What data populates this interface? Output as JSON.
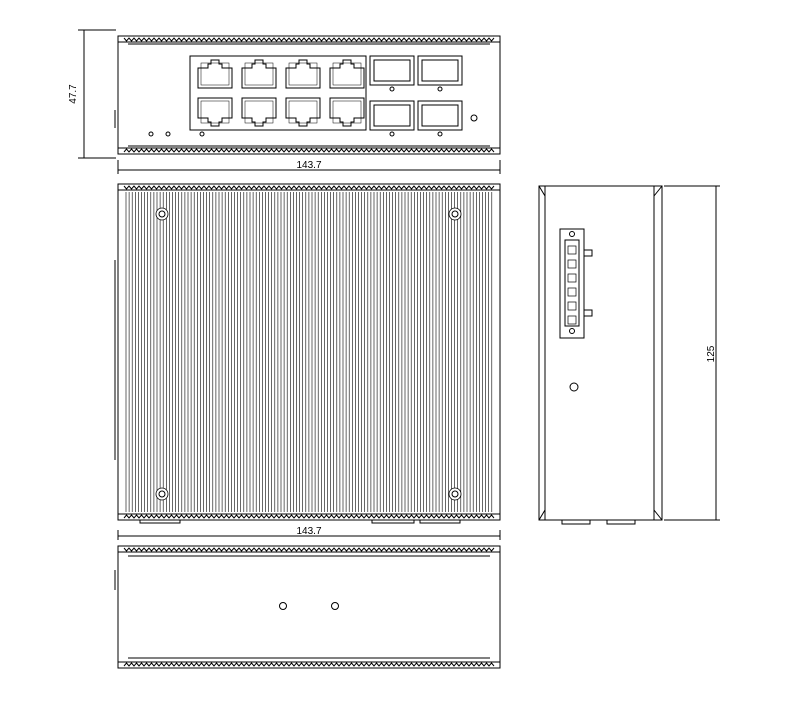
{
  "dimensions": {
    "front_height": "47.7",
    "front_width": "143.7",
    "top_width": "143.7",
    "side_depth": "125"
  },
  "front_view": {
    "rj45_ports": 8,
    "sfp_ports": 4,
    "led_indicators": 2
  },
  "top_view": {
    "heatsink": true,
    "screws": 4
  },
  "side_view": {
    "terminal_block_pins": 6
  },
  "bottom_view": {
    "holes": 2
  },
  "colors": {
    "line": "#000000",
    "background": "#ffffff"
  }
}
